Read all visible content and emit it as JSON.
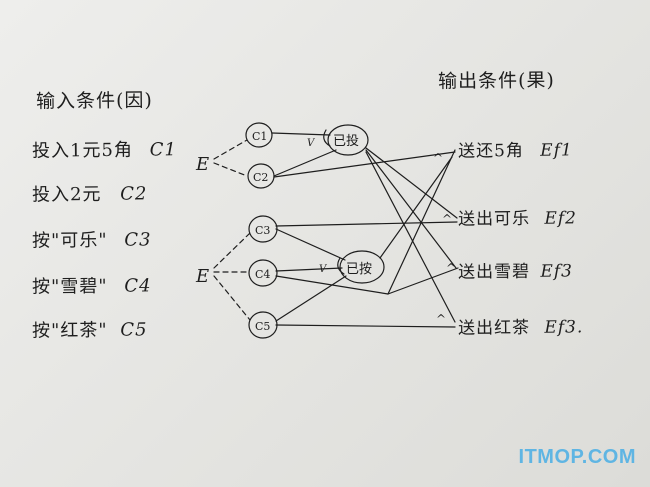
{
  "titles": {
    "causes": "输入条件(因)",
    "effects": "输出条件(果)"
  },
  "causes": [
    {
      "text": "投入1元5角",
      "code": "C1"
    },
    {
      "text": "投入2元",
      "code": "C2"
    },
    {
      "text": "按\"可乐\"",
      "code": "C3"
    },
    {
      "text": "按\"雪碧\"",
      "code": "C4"
    },
    {
      "text": "按\"红茶\"",
      "code": "C5"
    }
  ],
  "effects": [
    {
      "text": "送还5角",
      "code": "Ef1"
    },
    {
      "text": "送出可乐",
      "code": "Ef2"
    },
    {
      "text": "送出雪碧",
      "code": "Ef3"
    },
    {
      "text": "送出红茶",
      "code": "Ef3."
    }
  ],
  "diagram": {
    "nodes": {
      "c1": "C1",
      "c2": "C2",
      "c3": "C3",
      "c4": "C4",
      "c5": "C5",
      "m1": "已投",
      "m2": "已按"
    },
    "exclusive_labels": [
      "E",
      "E"
    ],
    "or_labels": [
      "V",
      "V"
    ],
    "and_label": "^"
  },
  "watermark": "ITMOP.COM"
}
